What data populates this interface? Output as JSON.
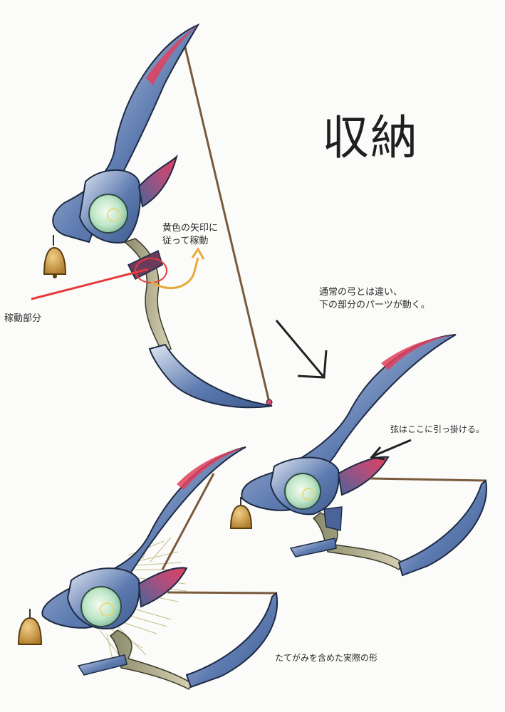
{
  "title": "収納",
  "labels": {
    "yellow_arrow_note": "黄色の矢印に\n従って稼動",
    "moving_part": "稼動部分",
    "normal_bow_note": "通常の弓とは違い、\n下の部分のパーツが動く。",
    "string_hook_note": "弦はここに引っ掛ける。",
    "mane_note": "たてがみを含めた実際の形"
  },
  "colors": {
    "blade_dark": "#3f5b8f",
    "blade_light": "#dfe6f2",
    "blade_tip": "#e0405e",
    "eye": "#bfe6c6",
    "bell": "#d4a24a",
    "string": "#7a5a3c",
    "red_annotation": "#e53a3a",
    "yellow_arrow": "#e9a83a",
    "mane": "#c9c48a"
  }
}
